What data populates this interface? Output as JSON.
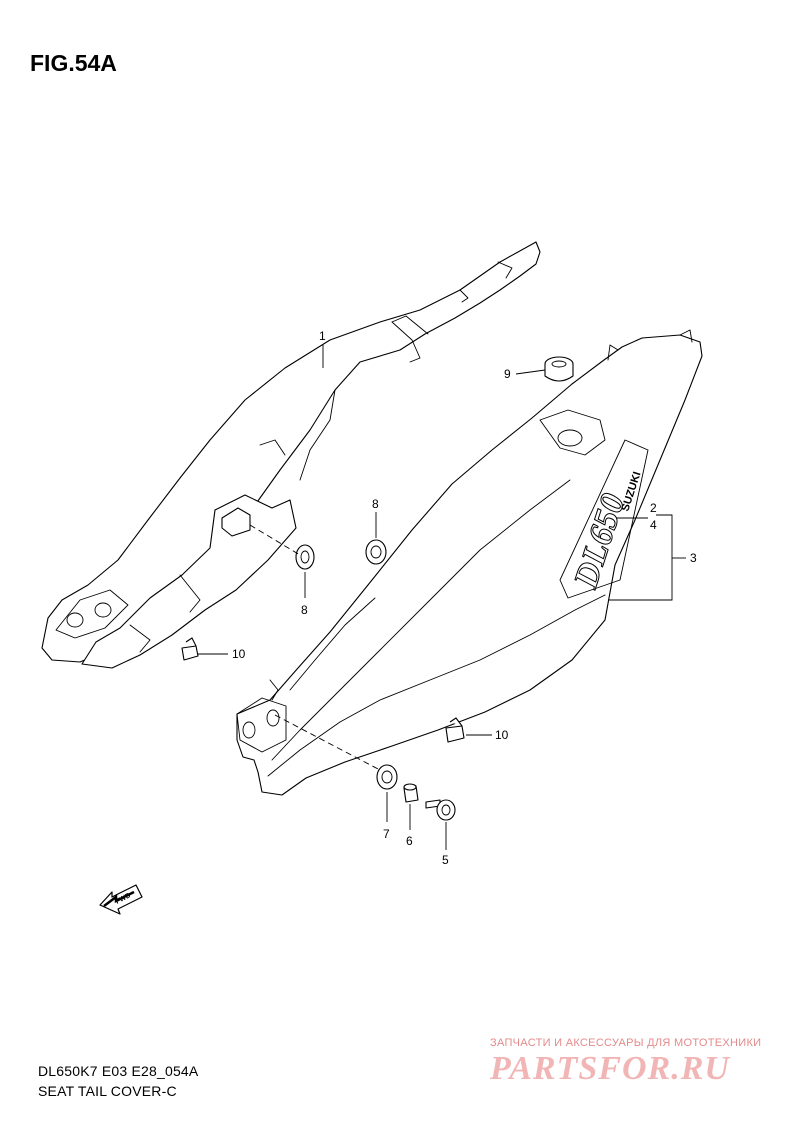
{
  "figure": {
    "title": "FIG.54A",
    "code": "DL650K7 E03 E28_054A",
    "name": "SEAT TAIL COVER-C"
  },
  "callouts": {
    "c1": "1",
    "c2": "2",
    "c3": "3",
    "c4": "4",
    "c5": "5",
    "c6": "6",
    "c7": "7",
    "c8a": "8",
    "c8b": "8",
    "c9": "9",
    "c10a": "10",
    "c10b": "10"
  },
  "decal": {
    "logo": "DL650",
    "brand": "SUZUKI"
  },
  "fwd_arrow": {
    "label": "FWD"
  },
  "watermark": {
    "tagline": "ЗАПЧАСТИ И АКСЕССУАРЫ ДЛЯ МОТОТЕХНИКИ",
    "logo": "PARTSFOR.RU",
    "color": "#e04040"
  }
}
